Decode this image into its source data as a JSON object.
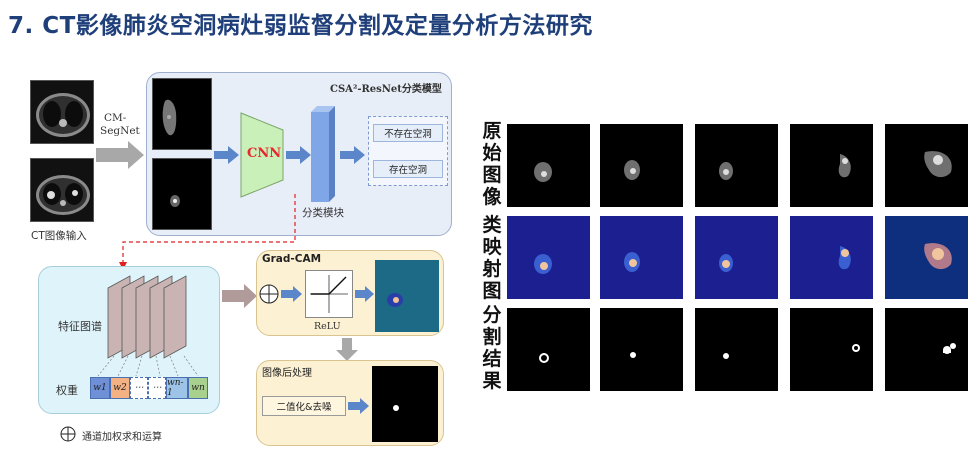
{
  "title": "7. CT影像肺炎空洞病灶弱监督分割及定量分析方法研究",
  "ct_input_label": "CT图像输入",
  "segnet_label_1": "CM-",
  "segnet_label_2": "SegNet",
  "model_title": "CSA²-ResNet分类模型",
  "cnn_label": "CNN",
  "classifier_label": "分类模块",
  "class_outputs": [
    "不存在空洞",
    "存在空洞"
  ],
  "feature_label": "特征图谱",
  "weight_label": "权重",
  "weights": [
    "w1",
    "w2",
    "⋯",
    "⋯",
    "wn-1",
    "wn"
  ],
  "legend_text": "通道加权求和运算",
  "gradcam_title": "Grad-CAM",
  "relu_label": "ReLU",
  "post_title": "图像后处理",
  "post_step": "二值化&去噪",
  "row_labels": [
    "原始图像",
    "类映射图",
    "分割结果"
  ],
  "colors": {
    "title": "#1f3f7a",
    "model_panel": "#e8eef8",
    "feature_panel": "#dff4fa",
    "gradcam_panel": "#fdf1d3",
    "cnn_fill": "#c9f0b8",
    "cnn_text": "#e8262b",
    "arrow_blue": "#5b86c9",
    "arrow_gray": "#a8a8a8",
    "dashed_red": "#e02020"
  }
}
